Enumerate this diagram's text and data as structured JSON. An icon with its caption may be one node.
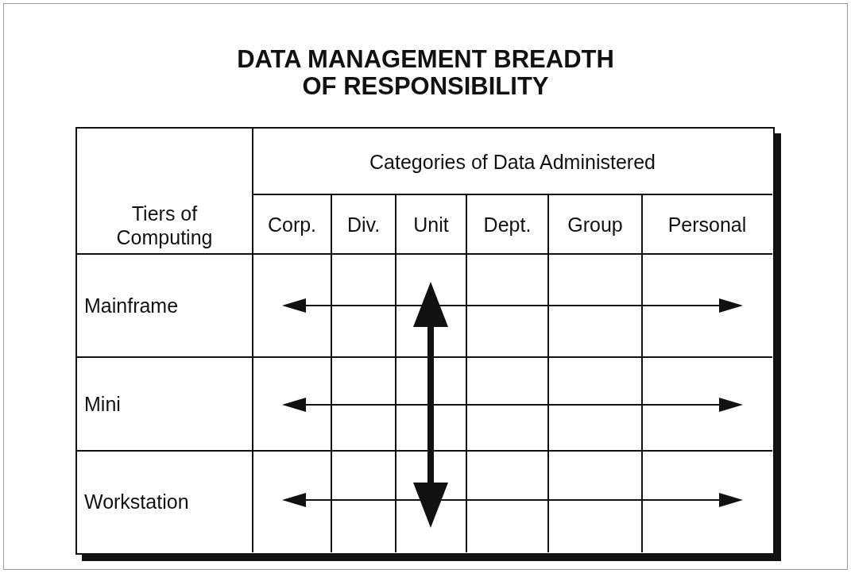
{
  "diagram": {
    "title": "DATA MANAGEMENT BREADTH OF RESPONSIBILITY",
    "labels": [
      "Categories of Data Administered",
      "Tiers of Computing",
      "Corp.",
      "Div.",
      "Unit",
      "Dept.",
      "Group",
      "Personal",
      "Mainframe",
      "Mini",
      "Workstation"
    ]
  }
}
